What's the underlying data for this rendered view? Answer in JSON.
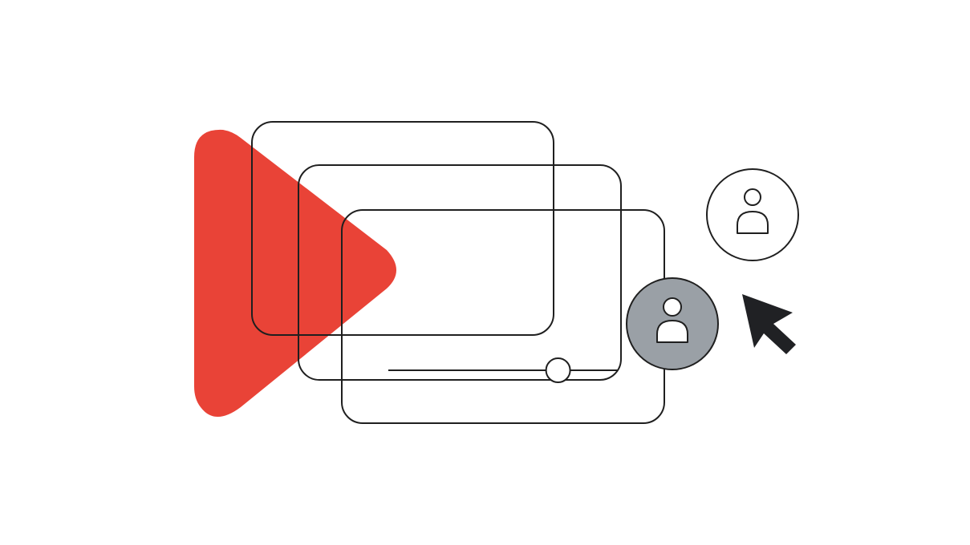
{
  "colors": {
    "background": "#ffffff",
    "play_red": "#e94337",
    "outline": "#1f1f1f",
    "avatar_active_fill": "#9aa0a6",
    "avatar_inactive_fill": "#ffffff",
    "cursor": "#202124"
  },
  "illustration": {
    "play_icon": "play-triangle-icon",
    "video_cards": [
      {
        "name": "video-card-back"
      },
      {
        "name": "video-card-middle"
      },
      {
        "name": "video-card-front"
      }
    ],
    "progress": {
      "value": 0.74
    },
    "avatars": [
      {
        "name": "user-avatar-inactive",
        "icon": "person-icon",
        "active": false
      },
      {
        "name": "user-avatar-active",
        "icon": "person-icon",
        "active": true
      }
    ],
    "cursor_icon": "mouse-pointer-icon"
  }
}
